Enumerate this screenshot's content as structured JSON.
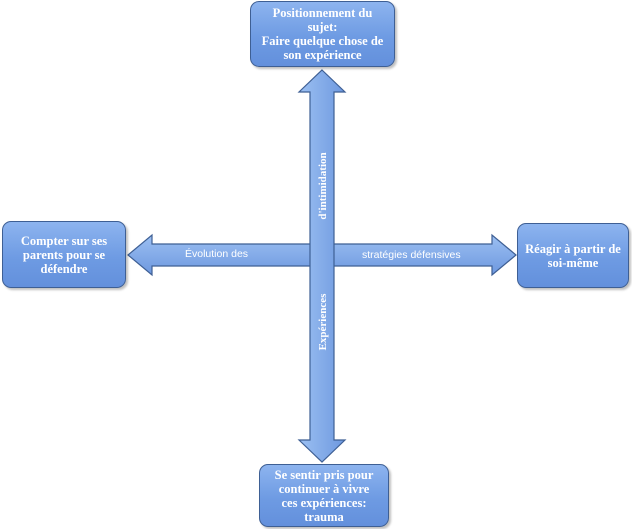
{
  "nodes": {
    "top": "Positionnement du\nsujet:\nFaire quelque chose de\nson expérience",
    "left": "Compter sur ses\nparents pour se\ndéfendre",
    "right": "Réagir à partir de\nsoi-même",
    "bottom": "Se sentir pris pour\ncontinuer à vivre\nces expériences:\ntrauma"
  },
  "horizontal_axis": {
    "label_left": "Évolution des",
    "label_right": "stratégies défensives"
  },
  "vertical_axis": {
    "label_top": "d'intimidation",
    "label_bottom": "Expériences"
  },
  "colors": {
    "box_fill": "#7aa5e8",
    "box_border": "#3e5f94",
    "arrow_fill": "#80a8e6",
    "arrow_border": "#3e5f94",
    "text": "#ffffff"
  }
}
